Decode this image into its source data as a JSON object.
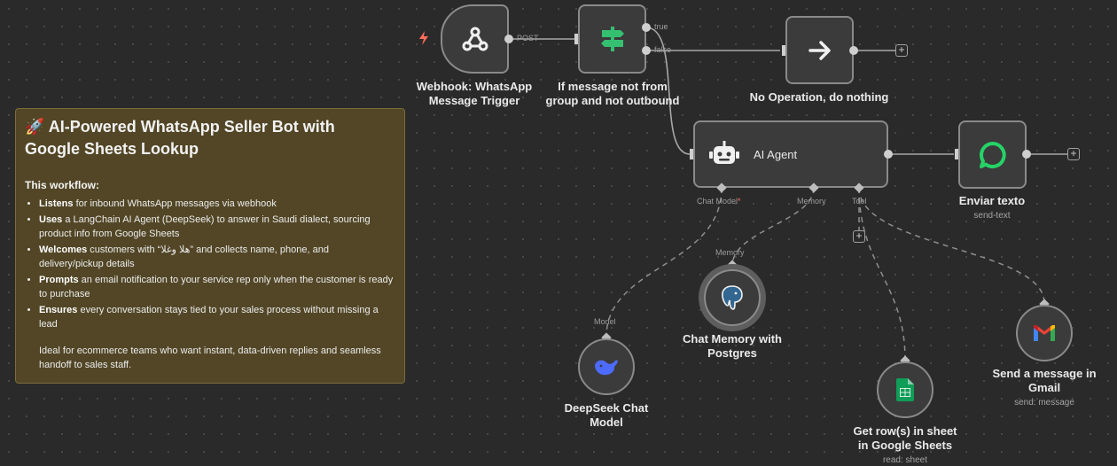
{
  "note": {
    "title": "🚀 AI-Powered WhatsApp Seller Bot with Google Sheets Lookup",
    "subtitle": "This workflow:",
    "bullets": [
      {
        "lead": "Listens",
        "rest": " for inbound WhatsApp messages via webhook"
      },
      {
        "lead": "Uses",
        "rest": " a LangChain AI Agent (DeepSeek) to answer in Saudi dialect, sourcing product info from Google Sheets"
      },
      {
        "lead": "Welcomes",
        "rest": " customers with “هلا وغلا” and collects name, phone, and delivery/pickup details"
      },
      {
        "lead": "Prompts",
        "rest": " an email notification to your service rep only when the customer is ready to purchase"
      },
      {
        "lead": "Ensures",
        "rest": " every conversation stays tied to your sales process without missing a lead"
      }
    ],
    "footer": "Ideal for ecommerce teams who want instant, data-driven replies and seamless handoff to sales staff."
  },
  "nodes": {
    "webhook": {
      "label": "Webhook: WhatsApp\nMessage Trigger",
      "output_tag": "POST",
      "icon": "webhook-icon"
    },
    "if": {
      "label": "If message not from\ngroup and not outbound",
      "true_tag": "true",
      "false_tag": "false",
      "icon": "signpost-icon"
    },
    "noop": {
      "label": "No Operation, do nothing",
      "icon": "arrow-right-icon"
    },
    "agent": {
      "label": "AI Agent",
      "chat_model_tag": "Chat Model",
      "required_mark": "*",
      "memory_tag": "Memory",
      "tool_tag": "Tool",
      "icon": "robot-icon"
    },
    "enviar": {
      "label": "Enviar texto",
      "sublabel": "send-text",
      "icon": "chat-bubble-icon"
    },
    "deepseek": {
      "label": "DeepSeek Chat\nModel",
      "tag": "Model",
      "icon": "whale-icon"
    },
    "memory": {
      "label": "Chat Memory with\nPostgres",
      "tag": "Memory",
      "icon": "postgres-elephant-icon"
    },
    "sheets": {
      "label": "Get row(s) in sheet\nin Google Sheets",
      "sublabel": "read: sheet",
      "icon": "google-sheets-icon"
    },
    "gmail": {
      "label": "Send a message in\nGmail",
      "sublabel": "send: message",
      "icon": "gmail-icon"
    }
  },
  "plus_symbol": "+",
  "colors": {
    "canvas": "#2a2a2a",
    "node_bg": "#3b3b3b",
    "node_border": "#8a8a8a",
    "note_bg": "#524626",
    "if_icon": "#35c071",
    "trigger_bolt": "#ff6d5a",
    "chat_bubble": "#25d366",
    "sheets": "#0f9d58",
    "deepseek": "#4d6bfe",
    "postgres": "#336791"
  }
}
